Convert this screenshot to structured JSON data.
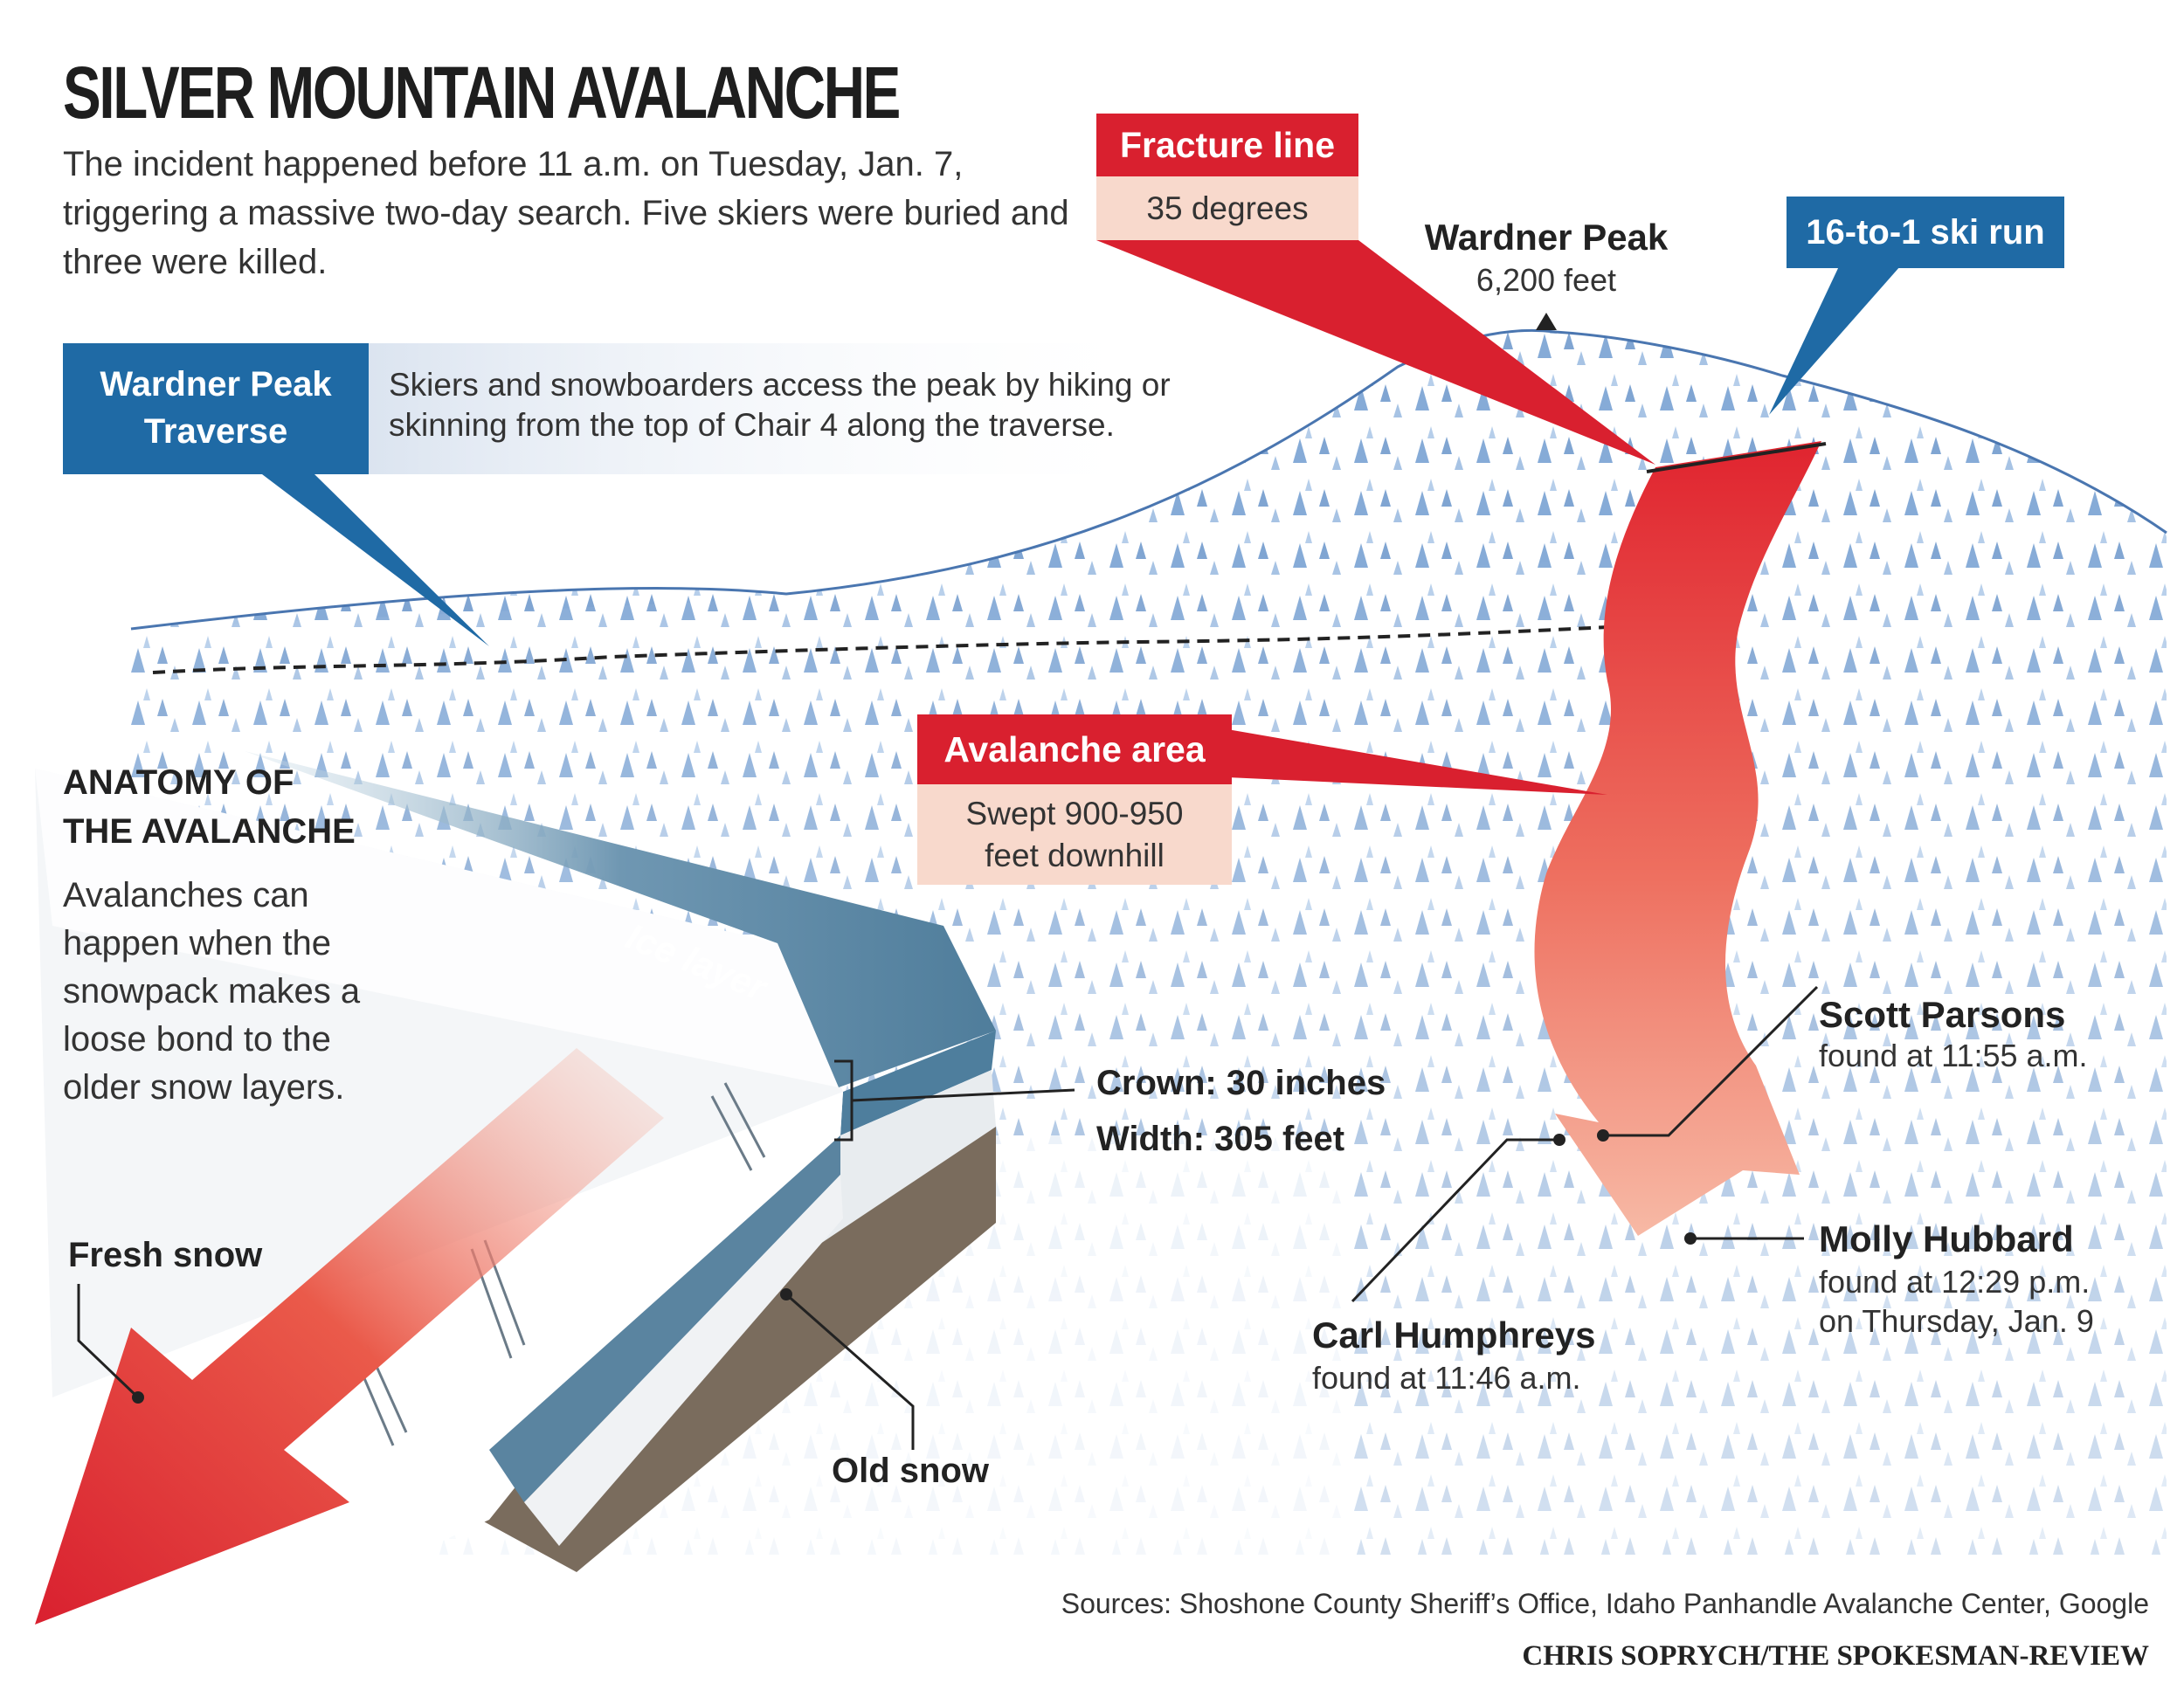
{
  "title": "SILVER MOUNTAIN AVALANCHE",
  "intro": "The incident happened before 11 a.m. on Tuesday, Jan. 7, triggering a massive two-day search. Five skiers were buried and three were killed.",
  "traverse": {
    "label_line1": "Wardner Peak",
    "label_line2": "Traverse",
    "note": "Skiers and snowboarders access the peak by hiking or skinning from the top of Chair 4 along the traverse."
  },
  "fracture": {
    "label": "Fracture line",
    "value": "35 degrees"
  },
  "peak": {
    "name": "Wardner Peak",
    "elevation": "6,200 feet"
  },
  "run": {
    "label": "16-to-1 ski run"
  },
  "avalanche_area": {
    "label": "Avalanche area",
    "line1": "Swept 900-950",
    "line2": "feet downhill"
  },
  "anatomy": {
    "heading_line1": "ANATOMY OF",
    "heading_line2": "THE AVALANCHE",
    "body": "Avalanches can happen when the snowpack makes a loose bond to the older snow layers."
  },
  "layers": {
    "ice": "Ice layer",
    "fresh": "Fresh snow",
    "old": "Old snow"
  },
  "dimensions": {
    "crown": "Crown: 30 inches",
    "width": "Width: 305 feet"
  },
  "victims": [
    {
      "name": "Scott Parsons",
      "found_line1": "found at 11:55 a.m.",
      "found_line2": ""
    },
    {
      "name": "Molly Hubbard",
      "found_line1": "found at 12:29 p.m.",
      "found_line2": "on Thursday, Jan. 9"
    },
    {
      "name": "Carl Humphreys",
      "found_line1": "found at 11:46 a.m.",
      "found_line2": ""
    }
  ],
  "sources": "Sources: Shoshone County Sheriff’s Office, Idaho Panhandle Avalanche Center, Google",
  "credit": "CHRIS SOPRYCH/THE SPOKESMAN-REVIEW",
  "colors": {
    "blue": "#1f6aa5",
    "red": "#d9202f",
    "pink": "#f8d9cc",
    "ice": "#5a84a0",
    "mountain": "#5d8fc9"
  }
}
